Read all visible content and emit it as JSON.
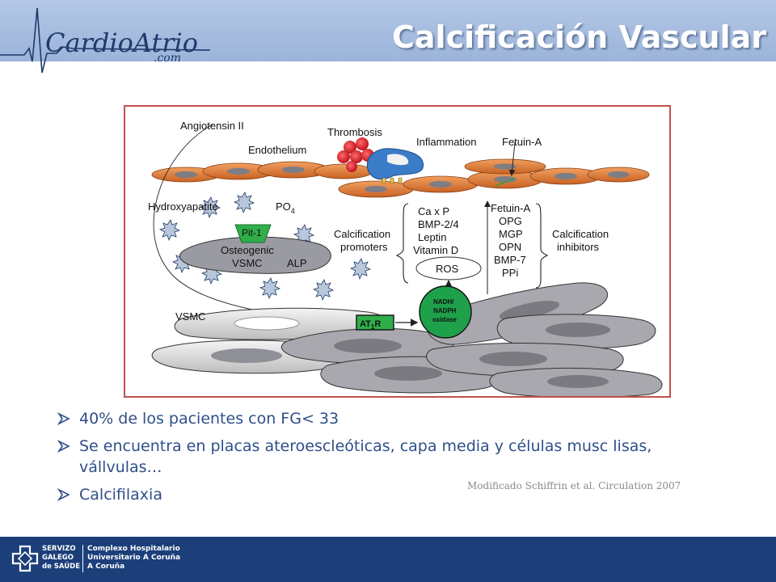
{
  "header": {
    "logo_text": "CardioAtrio",
    "logo_sub": ".com",
    "title": "Calcificación Vascular"
  },
  "figure": {
    "labels": {
      "angiotensin": "Angiotensin II",
      "thrombosis": "Thrombosis",
      "endothelium": "Endothelium",
      "inflammation": "Inflammation",
      "fetuin_top": "Fetuin-A",
      "hydroxyapatite": "Hydroxyapatite",
      "po4": "PO",
      "po4_sub": "4",
      "pit1": "Pit-1",
      "osteogenic": "Osteogenic",
      "vsmc_inner": "VSMC",
      "alp": "ALP",
      "calc_promoters_1": "Calcification",
      "calc_promoters_2": "promoters",
      "promoters": [
        "Ca x P",
        "BMP-2/4",
        "Leptin",
        "Vitamin D"
      ],
      "ros": "ROS",
      "inhibitors": [
        "Fetuin-A",
        "OPG",
        "MGP",
        "OPN",
        "BMP-7",
        "PPi"
      ],
      "calc_inhibitors_1": "Calcification",
      "calc_inhibitors_2": "inhibitors",
      "nadph_1": "NADH/",
      "nadph_2": "NADPH",
      "nadph_3": "oxidase",
      "vsmc": "VSMC",
      "at1r": "AT",
      "at1r_sub": "1",
      "at1r_end": "R"
    }
  },
  "bullets": [
    "40% de los pacientes con FG< 33",
    "Se encuentra en placas ateroescleóticas, capa media y células musc lisas, vállvulas…",
    "Calcifilaxia"
  ],
  "citation": "Modificado Schiffrin et al. Circulation 2007",
  "footer": {
    "org1_line1": "SERVIZO",
    "org1_line2": "GALEGO",
    "org1_line3": "de SAÚDE",
    "org2_line1": "Complexo Hospitalario",
    "org2_line2": "Universitario A Coruña",
    "org2_line3": "A Coruña"
  },
  "colors": {
    "header_bg": "#9bb4da",
    "title": "#ffffff",
    "bullet_text": "#2f4f8a",
    "figure_border": "#c0504d",
    "footer_bg": "#1c3f7a"
  }
}
